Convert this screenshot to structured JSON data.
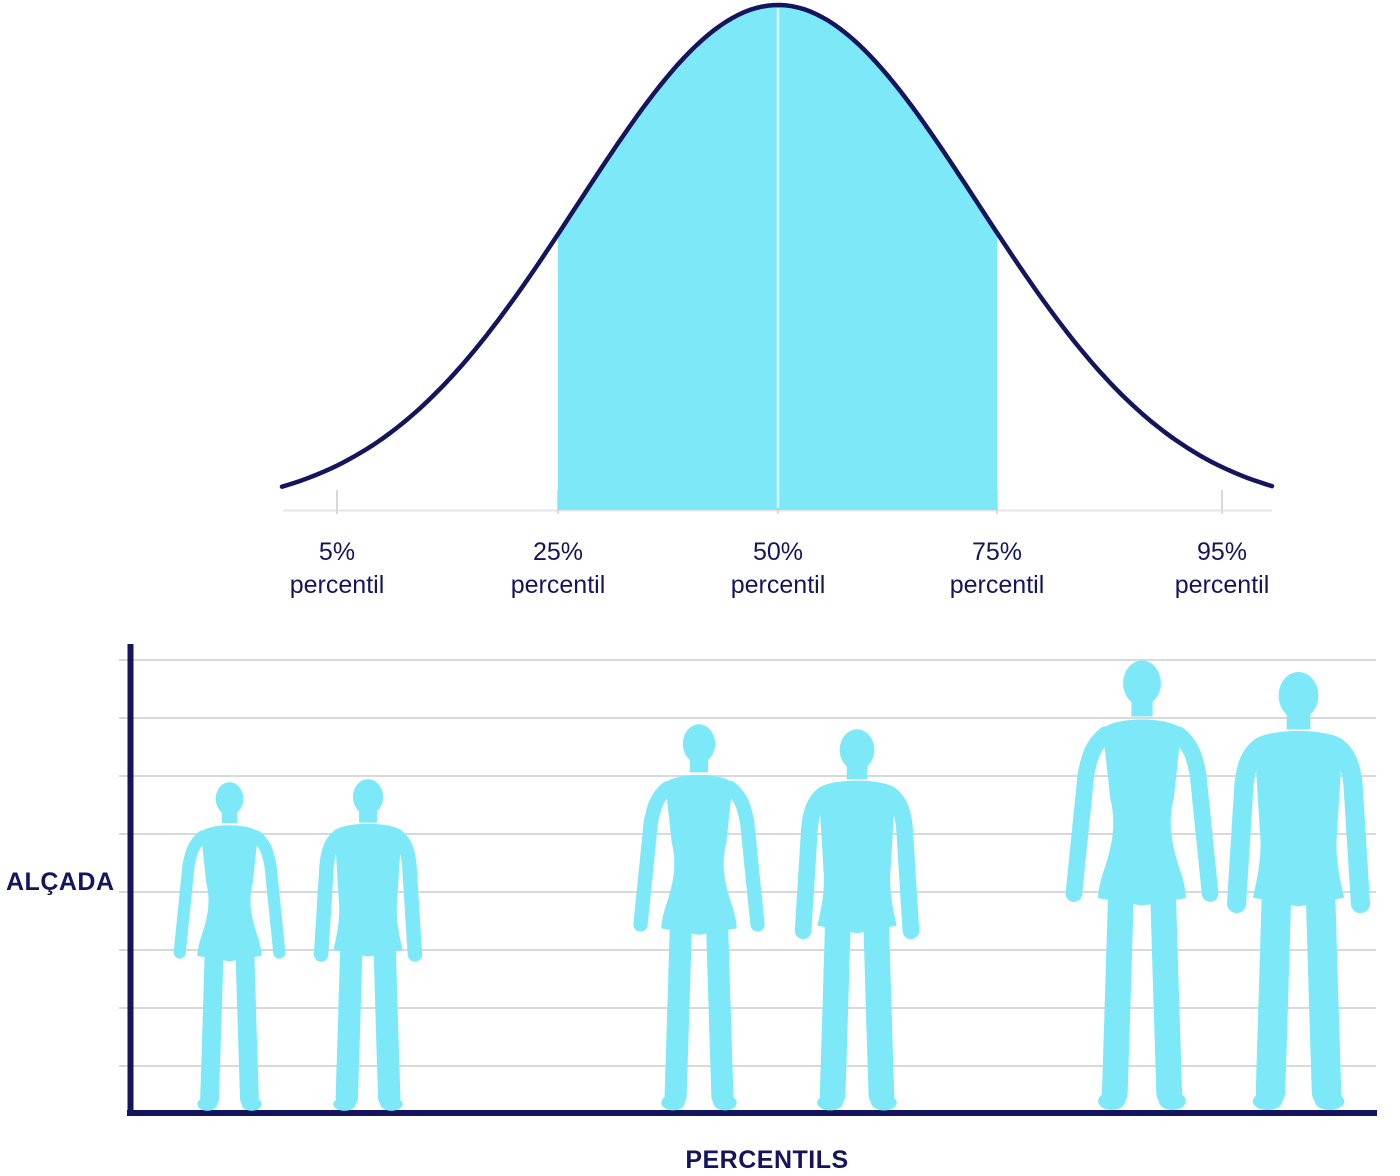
{
  "colors": {
    "navy": "#15155e",
    "cyan": "#7de9f8",
    "grid": "#d9d9d9"
  },
  "chart_data": [
    {
      "type": "area",
      "panel": "normal-distribution-curve",
      "curve": "gaussian-bell",
      "categories": [
        "5%",
        "25%",
        "50%",
        "75%",
        "95%"
      ],
      "tick_sublabel": "percentil",
      "shaded_interval": [
        "25%",
        "75%"
      ]
    },
    {
      "type": "pictogram",
      "panel": "height-by-percentile",
      "ylabel": "ALÇADA",
      "xlabel": "PERCENTILS",
      "gridlines": 8,
      "groups": [
        {
          "figures": [
            "female",
            "male"
          ],
          "relative_height": 0.73
        },
        {
          "figures": [
            "female",
            "male"
          ],
          "relative_height": 0.86
        },
        {
          "figures": [
            "female",
            "male"
          ],
          "relative_height": 1.0
        }
      ]
    }
  ]
}
